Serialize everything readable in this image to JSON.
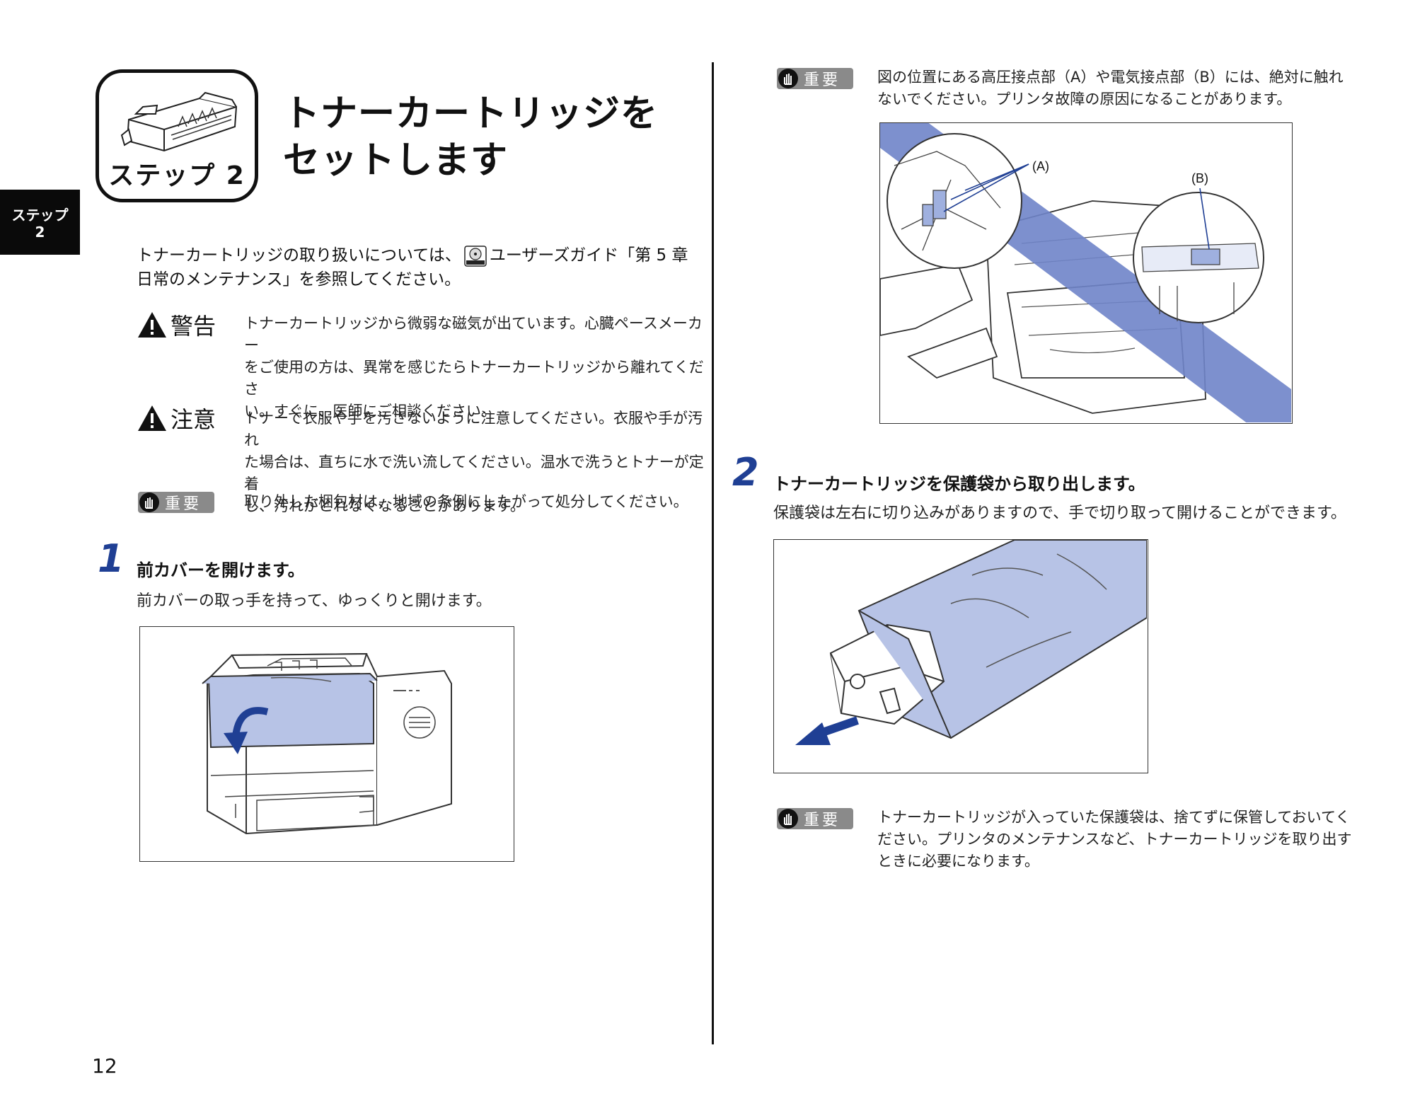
{
  "side_tab": {
    "line1": "ステップ",
    "line2": "2"
  },
  "step_badge": {
    "label": "ステップ 2",
    "icon": "toner-cartridge-icon"
  },
  "title": {
    "line1": "トナーカートリッジを",
    "line2": "セットします"
  },
  "intro": {
    "part1": "トナーカートリッジの取り扱いについては、",
    "icon": "cd-rom-icon",
    "part2": "ユーザーズガイド「第 5 章",
    "line2": "日常のメンテナンス」を参照してください。"
  },
  "warning": {
    "label": "警告",
    "lines": [
      "トナーカートリッジから微弱な磁気が出ています。心臓ペースメーカー",
      "をご使用の方は、異常を感じたらトナーカートリッジから離れてくださ",
      "い。すぐに、医師にご相談ください。"
    ]
  },
  "caution": {
    "label": "注意",
    "lines": [
      "トナーで衣服や手を汚さないように注意してください。衣服や手が汚れ",
      "た場合は、直ちに水で洗い流してください。温水で洗うとトナーが定着",
      "し、汚れがとれなくなることがあります。"
    ]
  },
  "important_1": {
    "label": "重要",
    "text": "取り外した梱包材は、地域の条例にしたがって処分してください。"
  },
  "step1": {
    "number": "1",
    "heading": "前カバーを開けます。",
    "body": "前カバーの取っ手を持って、ゆっくりと開けます。"
  },
  "important_2": {
    "label": "重要",
    "lines": [
      "図の位置にある高圧接点部（A）や電気接点部（B）には、絶対に触れ",
      "ないでください。プリンタ故障の原因になることがあります。"
    ]
  },
  "contact_figure": {
    "label_a": "(A)",
    "label_b": "(B)"
  },
  "step2": {
    "number": "2",
    "heading": "トナーカートリッジを保護袋から取り出します。",
    "body": "保護袋は左右に切り込みがありますので、手で切り取って開けることができます。"
  },
  "important_3": {
    "label": "重要",
    "lines": [
      "トナーカートリッジが入っていた保護袋は、捨てずに保管しておいてく",
      "ださい。プリンタのメンテナンスなど、トナーカートリッジを取り出す",
      "ときに必要になります。"
    ]
  },
  "page_number": "12",
  "colors": {
    "accent_blue": "#1f3f94",
    "cover_blue": "#b7c3e6",
    "strip_blue": "#6f84c9",
    "badge_gray": "#8a8a8a"
  }
}
